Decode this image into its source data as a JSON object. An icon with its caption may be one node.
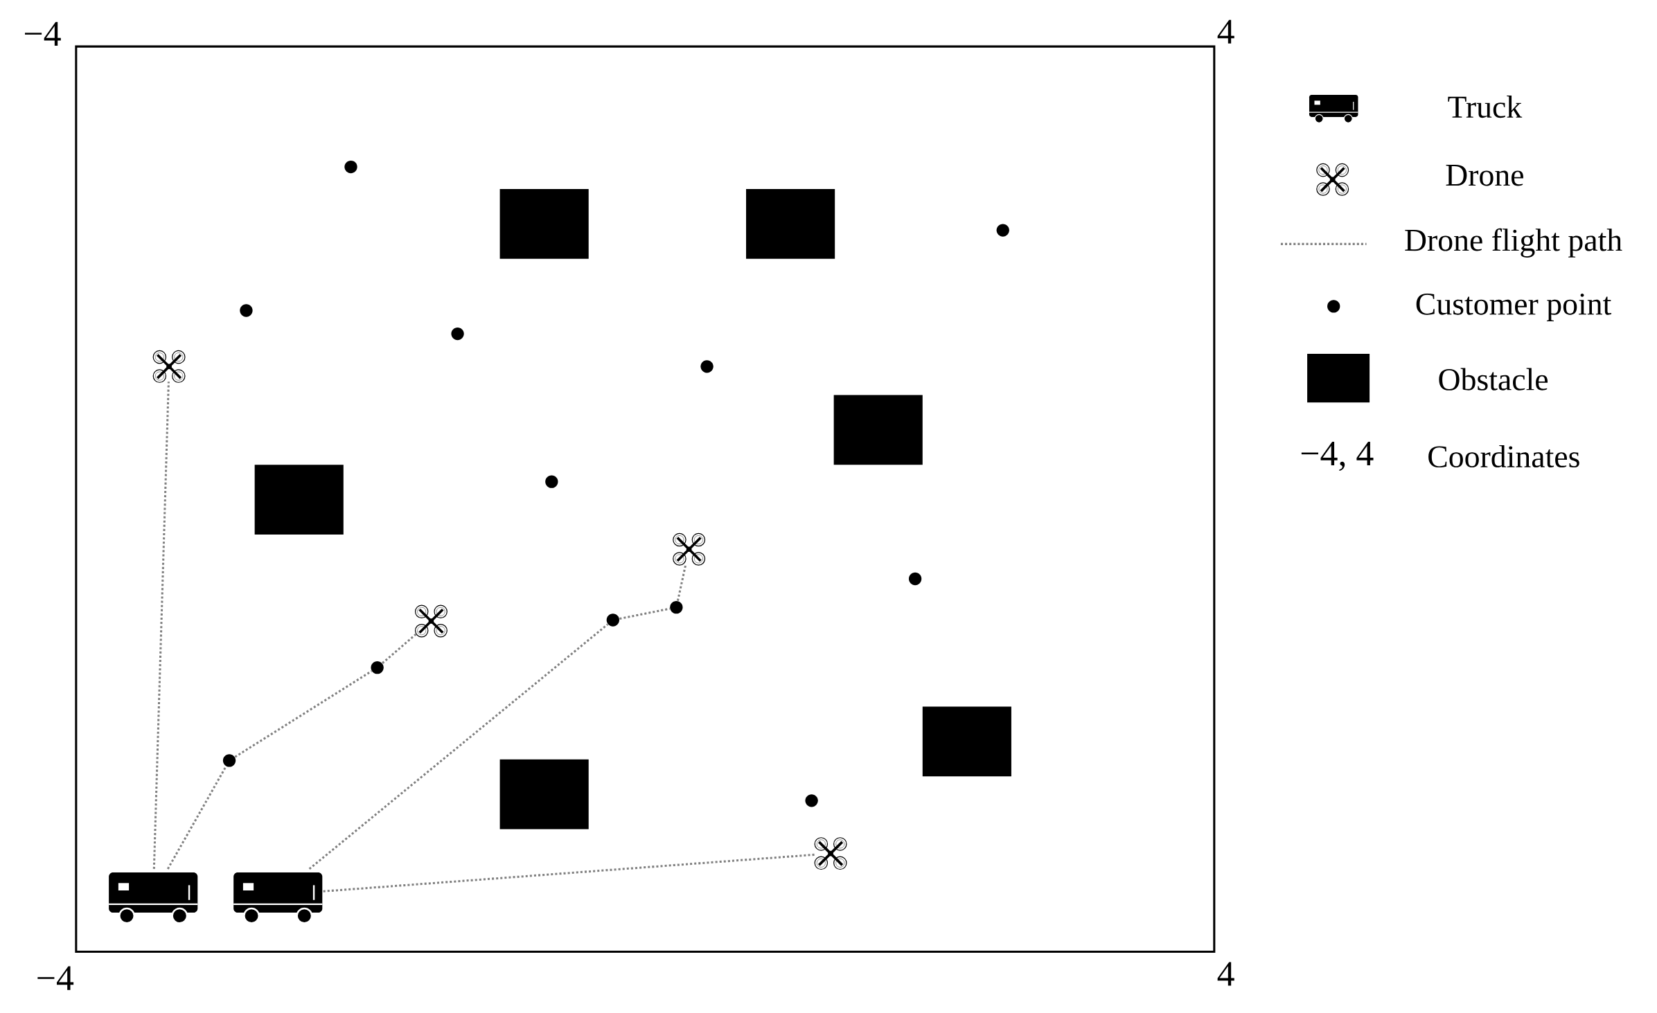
{
  "diagram": {
    "nodes": [
      {
        "text": [],
        "shape": "circle"
      },
      {
        "text": [],
        "shape": "box"
      },
      {
        "text": [],
        "shape": "box"
      },
      {
        "text": [],
        "shape": "circle"
      },
      {
        "text": [],
        "shape": "circle"
      },
      {
        "text": [],
        "shape": "circle"
      },
      {
        "text": [],
        "shape": "drone"
      },
      {
        "text": [],
        "shape": "circle"
      },
      {
        "text": [],
        "shape": "box"
      },
      {
        "text": [],
        "shape": "circle"
      },
      {
        "text": [],
        "shape": "box"
      },
      {
        "text": [],
        "shape": "drone"
      },
      {
        "text": [],
        "shape": "circle"
      },
      {
        "text": [],
        "shape": "circle"
      },
      {
        "text": [],
        "shape": "circle"
      },
      {
        "text": [],
        "shape": "drone"
      },
      {
        "text": [],
        "shape": "circle"
      },
      {
        "text": [],
        "shape": "box"
      },
      {
        "text": [],
        "shape": "circle"
      },
      {
        "text": [],
        "shape": "box"
      },
      {
        "text": [],
        "shape": "circle"
      },
      {
        "text": [],
        "shape": "drone"
      },
      {
        "text": [],
        "shape": "truck"
      },
      {
        "text": [],
        "shape": "truck"
      }
    ],
    "edges": [
      {
        "from": 22,
        "to": 6,
        "arrow": "none"
      },
      {
        "from": 22,
        "to": 18,
        "arrow": "none"
      },
      {
        "from": 18,
        "to": 16,
        "arrow": "none"
      },
      {
        "from": 16,
        "to": 15,
        "arrow": "none"
      },
      {
        "from": 23,
        "to": 14,
        "arrow": "none"
      },
      {
        "from": 14,
        "to": 13,
        "arrow": "none"
      },
      {
        "from": 13,
        "to": 11,
        "arrow": "none"
      },
      {
        "from": 23,
        "to": 21,
        "arrow": "none"
      }
    ],
    "labels": [
      "−4",
      "4",
      "−4",
      "4",
      "−4, 4"
    ],
    "legend": [
      {
        "text": "Truck"
      },
      {
        "text": "Drone"
      },
      {
        "text": "Drone flight path"
      },
      {
        "text": "Customer point"
      },
      {
        "text": "Obstacle",
        "color": "#000000"
      },
      {
        "text": "Coordinates"
      }
    ]
  }
}
